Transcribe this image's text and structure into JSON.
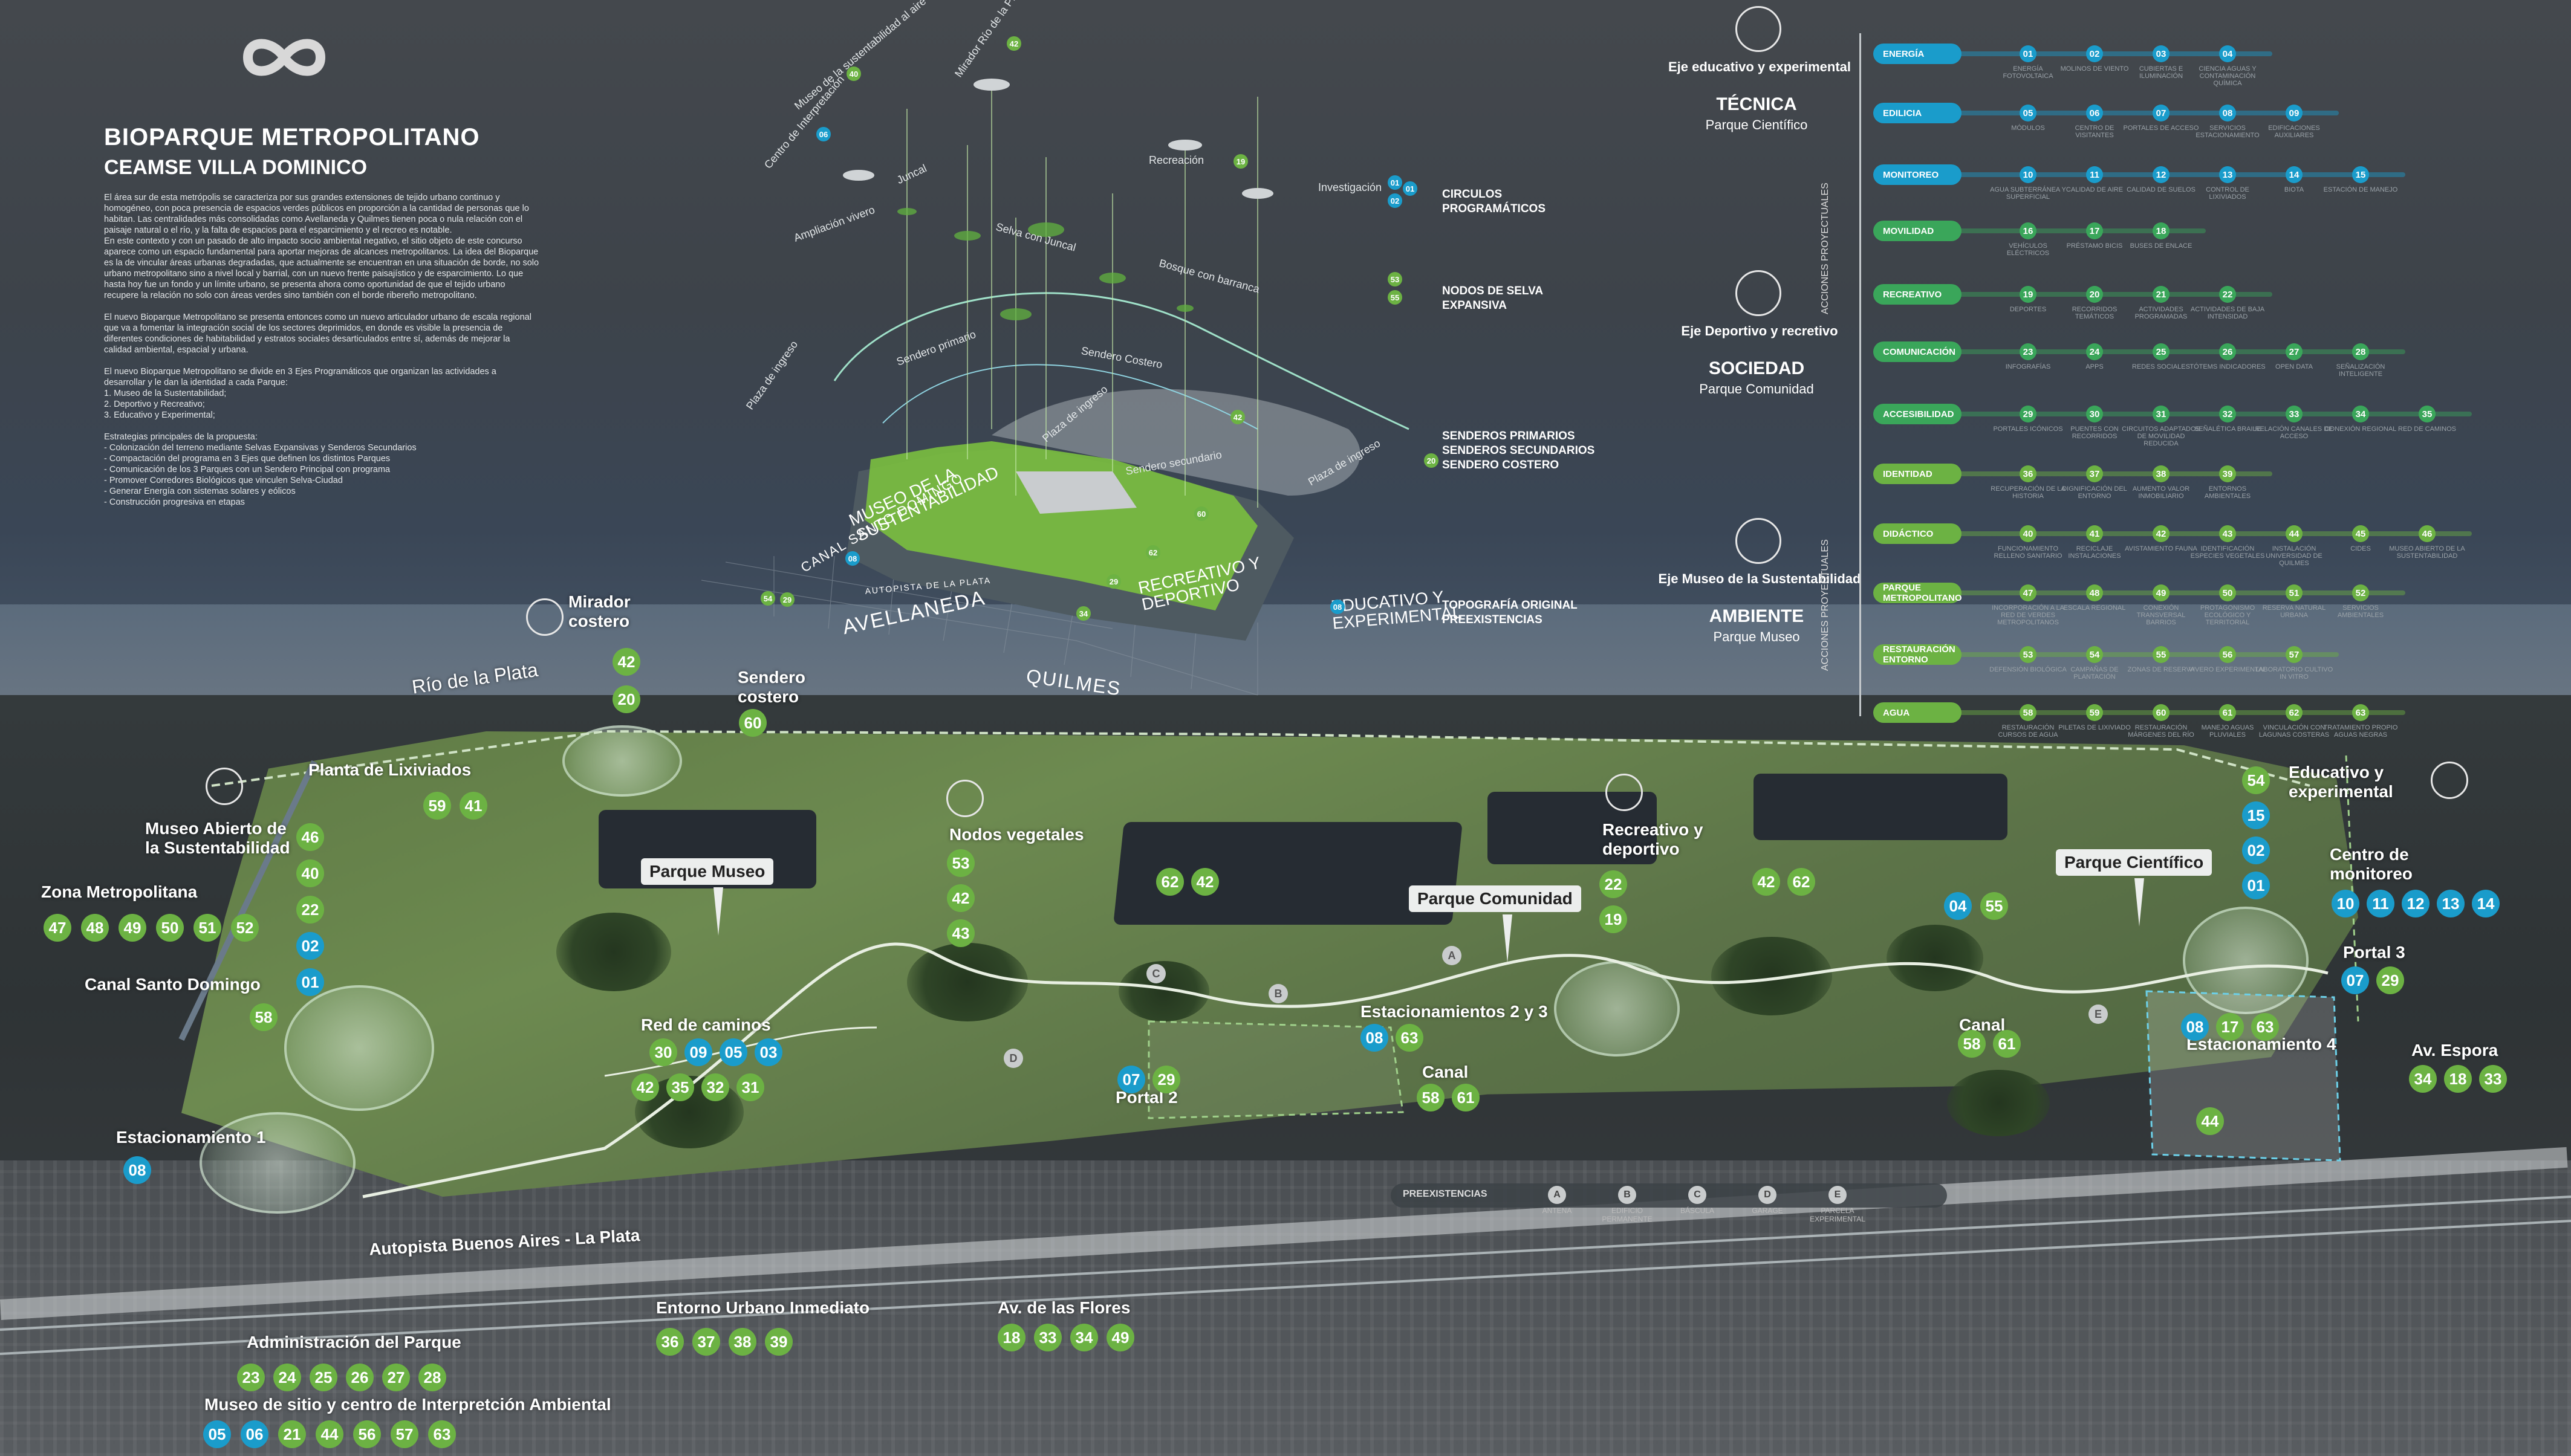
{
  "header": {
    "title": "BIOPARQUE METROPOLITANO",
    "subtitle": "CEAMSE VILLA DOMINICO",
    "body": "El área sur de esta metrópolis se caracteriza por sus grandes extensiones de tejido urbano continuo y homogéneo, con poca presencia de espacios verdes públicos en proporción a la cantidad de personas que lo habitan. Las centralidades más consolidadas como Avellaneda y Quilmes tienen poca o nula relación con el paisaje natural o el río, y la falta de espacios para el esparcimiento y el recreo es notable.\nEn este contexto y con un pasado de alto impacto socio ambiental negativo, el sitio objeto de este concurso aparece como un espacio fundamental para aportar mejoras de alcances metropolitanos. La idea del Bioparque es la de vincular áreas urbanas degradadas, que actualmente se encuentran en una situación de borde, no solo urbano metropolitano sino a nivel local y barrial, con un nuevo frente paisajístico y de esparcimiento. Lo que hasta hoy fue un fondo y un límite urbano, se presenta ahora como oportunidad de que el tejido urbano recupere la relación no solo con áreas verdes sino también con el borde ribereño metropolitano.\n\nEl nuevo Bioparque Metropolitano se presenta entonces como un nuevo articulador urbano de escala regional que va a fomentar la integración social de los sectores deprimidos, en donde es visible la presencia de diferentes condiciones de habitabilidad y estratos sociales desarticulados entre sí, además de mejorar la calidad ambiental, espacial y urbana.\n\nEl nuevo Bioparque Metropolitano se divide en 3 Ejes Programáticos que organizan las actividades a desarrollar y le dan la identidad a cada Parque:\n1. Museo de la Sustentabilidad;\n2. Deportivo y Recreativo;\n3. Educativo y Experimental;\n\nEstrategias principales de la propuesta:\n- Colonización del terreno mediante Selvas Expansivas y Senderos Secundarios\n- Compactación del programa en 3 Ejes que definen los distintos Parques\n- Comunicación de los 3 Parques con un Sendero Principal con programa\n- Promover Corredores Biológicos que vinculen Selva-Ciudad\n- Generar Energía con sistemas solares y eólicos\n- Construcción progresiva en etapas"
  },
  "diagram": {
    "program_labels": [
      {
        "text": "Museo de la sustentabilidad al aire libre",
        "num": "40"
      },
      {
        "text": "Mirador Río de la Plata",
        "num": "42"
      },
      {
        "text": "Centro de Interpretación",
        "num": "06"
      },
      {
        "text": "Juncal",
        "num": ""
      },
      {
        "text": "Recreación",
        "num": "19"
      },
      {
        "text": "Investigación",
        "num": "01"
      },
      {
        "text": "Ampliación vivero",
        "num": ""
      },
      {
        "text": "Selva con Juncal",
        "num": ""
      },
      {
        "text": "Bosque con barranca",
        "num": ""
      },
      {
        "text": "Sendero primario",
        "num": ""
      },
      {
        "text": "Sendero Costero",
        "num": ""
      },
      {
        "text": "Plaza de ingreso",
        "num": ""
      },
      {
        "text": "Plaza de ingreso",
        "num": ""
      },
      {
        "text": "Sendero secundario",
        "num": ""
      },
      {
        "text": "Plaza de ingreso",
        "num": ""
      }
    ],
    "legend": [
      {
        "text": "CIRCULOS PROGRAMÁTICOS",
        "nums": [
          "01",
          "02"
        ]
      },
      {
        "text": "NODOS DE SELVA EXPANSIVA",
        "nums": [
          "53",
          "55"
        ]
      },
      {
        "text": "SENDEROS PRIMARIOS SENDEROS SECUNDARIOS SENDERO COSTERO",
        "nums": [
          "20"
        ]
      },
      {
        "text": "TOPOGRAFÍA ORIGINAL PREEXISTENCIAS",
        "nums": []
      }
    ],
    "zones": [
      "MUSEO DE LA SUSTENTABILIDAD",
      "RECREATIVO Y DEPORTIVO",
      "EDUCATIVO Y EXPERIMENTAL"
    ],
    "places": [
      "CANAL SANTO DOMINGO",
      "AVELLANEDA",
      "QUILMES",
      "AUTOPISTA DE LA PLATA"
    ],
    "extra_nums": [
      "08",
      "54",
      "29",
      "62",
      "29",
      "08",
      "34",
      "60",
      "42"
    ]
  },
  "matrix": {
    "axes": [
      {
        "title": "Eje educativo y experimental",
        "group": "TÉCNICA",
        "sub": "Parque Científico"
      },
      {
        "title": "Eje Deportivo y recretivo",
        "group": "SOCIEDAD",
        "sub": "Parque Comunidad"
      },
      {
        "title": "Eje  Museo de la Sustentabilidad",
        "group": "AMBIENTE",
        "sub": "Parque Museo"
      }
    ],
    "vertical": [
      "ACCIONES PROYECTUALES",
      "ACCIONES PROYECTUALES"
    ],
    "rows": [
      {
        "name": "ENERGÍA",
        "color": "#1a9ccb",
        "items": [
          [
            "01",
            "ENERGÍA FOTOVOLTAICA"
          ],
          [
            "02",
            "MOLINOS DE VIENTO"
          ],
          [
            "03",
            "CUBIERTAS E ILUMINACIÓN"
          ],
          [
            "04",
            "CIENCIA AGUAS Y CONTAMINACIÓN QUÍMICA"
          ]
        ]
      },
      {
        "name": "EDILICIA",
        "color": "#1a9ccb",
        "items": [
          [
            "05",
            "MÓDULOS"
          ],
          [
            "06",
            "CENTRO DE VISITANTES"
          ],
          [
            "07",
            "PORTALES DE ACCESO"
          ],
          [
            "08",
            "SERVICIOS ESTACIONAMIENTO"
          ],
          [
            "09",
            "EDIFICACIONES AUXILIARES"
          ]
        ]
      },
      {
        "name": "MONITOREO",
        "color": "#1a9ccb",
        "items": [
          [
            "10",
            "AGUA SUBTERRÁNEA Y SUPERFICIAL"
          ],
          [
            "11",
            "CALIDAD DE AIRE"
          ],
          [
            "12",
            "CALIDAD DE SUELOS"
          ],
          [
            "13",
            "CONTROL DE LIXIVIADOS"
          ],
          [
            "14",
            "BIOTA"
          ],
          [
            "15",
            "ESTACIÓN DE MANEJO"
          ]
        ]
      },
      {
        "name": "MOVILIDAD",
        "color": "#3aa65a",
        "items": [
          [
            "16",
            "VEHÍCULOS ELÉCTRICOS"
          ],
          [
            "17",
            "PRÉSTAMO BICIS"
          ],
          [
            "18",
            "BUSES DE ENLACE"
          ]
        ]
      },
      {
        "name": "RECREATIVO",
        "color": "#3aa65a",
        "items": [
          [
            "19",
            "DEPORTES"
          ],
          [
            "20",
            "RECORRIDOS TEMÁTICOS"
          ],
          [
            "21",
            "ACTIVIDADES PROGRAMADAS"
          ],
          [
            "22",
            "ACTIVIDADES DE BAJA INTENSIDAD"
          ]
        ]
      },
      {
        "name": "COMUNICACIÓN",
        "color": "#3aa65a",
        "items": [
          [
            "23",
            "INFOGRAFÍAS"
          ],
          [
            "24",
            "APPS"
          ],
          [
            "25",
            "REDES SOCIALES"
          ],
          [
            "26",
            "TÓTEMS INDICADORES"
          ],
          [
            "27",
            "OPEN DATA"
          ],
          [
            "28",
            "SEÑALIZACIÓN INTELIGENTE"
          ]
        ]
      },
      {
        "name": "ACCESIBILIDAD",
        "color": "#3aa65a",
        "items": [
          [
            "29",
            "PORTALES ICÓNICOS"
          ],
          [
            "30",
            "PUENTES CON RECORRIDOS"
          ],
          [
            "31",
            "CIRCUITOS ADAPTADOS DE MOVILIDAD REDUCIDA"
          ],
          [
            "32",
            "SEÑALÉTICA BRAILE"
          ],
          [
            "33",
            "RELACIÓN CANALES DE ACCESO"
          ],
          [
            "34",
            "CONEXIÓN REGIONAL"
          ],
          [
            "35",
            "RED DE CAMINOS"
          ]
        ]
      },
      {
        "name": "IDENTIDAD",
        "color": "#6cb243",
        "items": [
          [
            "36",
            "RECUPERACIÓN DE LA HISTORIA"
          ],
          [
            "37",
            "DIGNIFICACIÓN DEL ENTORNO"
          ],
          [
            "38",
            "AUMENTO VALOR INMOBILIARIO"
          ],
          [
            "39",
            "ENTORNOS AMBIENTALES"
          ]
        ]
      },
      {
        "name": "DIDÁCTICO",
        "color": "#6cb243",
        "items": [
          [
            "40",
            "FUNCIONAMIENTO RELLENO SANITARIO"
          ],
          [
            "41",
            "RECICLAJE INSTALACIONES"
          ],
          [
            "42",
            "AVISTAMIENTO FAUNA"
          ],
          [
            "43",
            "IDENTIFICACIÓN ESPECIES VEGETALES"
          ],
          [
            "44",
            "INSTALACIÓN UNIVERSIDAD DE QUILMES"
          ],
          [
            "45",
            "CIDES"
          ],
          [
            "46",
            "MUSEO ABIERTO DE LA SUSTENTABILIDAD"
          ]
        ]
      },
      {
        "name": "PARQUE METROPOLITANO",
        "color": "#6cb243",
        "items": [
          [
            "47",
            "INCORPORACIÓN A LA RED DE VERDES METROPOLITANOS"
          ],
          [
            "48",
            "ESCALA REGIONAL"
          ],
          [
            "49",
            "CONEXIÓN TRANSVERSAL BARRIOS"
          ],
          [
            "50",
            "PROTAGONISMO ECOLÓGICO Y TERRITORIAL"
          ],
          [
            "51",
            "RESERVA NATURAL URBANA"
          ],
          [
            "52",
            "SERVICIOS AMBIENTALES"
          ]
        ]
      },
      {
        "name": "RESTAURACIÓN ENTORNO",
        "color": "#6cb243",
        "items": [
          [
            "53",
            "DEFENSIÓN BIOLÓGICA"
          ],
          [
            "54",
            "CAMPAÑAS DE PLANTACIÓN"
          ],
          [
            "55",
            "ZONAS DE RESERVA"
          ],
          [
            "56",
            "VIVERO EXPERIMENTAL"
          ],
          [
            "57",
            "LABORATORIO CULTIVO IN VITRO"
          ]
        ]
      },
      {
        "name": "AGUA",
        "color": "#6cb243",
        "items": [
          [
            "58",
            "RESTAURACIÓN CURSOS DE AGUA"
          ],
          [
            "59",
            "PILETAS DE LIXIVIADO"
          ],
          [
            "60",
            "RESTAURACIÓN MÁRGENES DEL RÍO"
          ],
          [
            "61",
            "MANEJO AGUAS PLUVIALES"
          ],
          [
            "62",
            "VINCULACIÓN CON LAGUNAS COSTERAS"
          ],
          [
            "63",
            "TRATAMIENTO PROPIO AGUAS NEGRAS"
          ]
        ]
      }
    ]
  },
  "map": {
    "labels": [
      {
        "text": "Río de la Plata"
      },
      {
        "text": "Mirador costero",
        "nums": [
          [
            "42",
            "g"
          ],
          [
            "20",
            "g"
          ]
        ]
      },
      {
        "text": "Sendero costero",
        "nums": [
          [
            "60",
            "g"
          ]
        ]
      },
      {
        "text": "Planta de Lixiviados",
        "nums": [
          [
            "59",
            "g"
          ],
          [
            "41",
            "g"
          ]
        ]
      },
      {
        "text": "Museo Abierto de la Sustentabilidad",
        "nums": [
          [
            "46",
            "g"
          ],
          [
            "40",
            "g"
          ],
          [
            "22",
            "g"
          ],
          [
            "02",
            "bl"
          ],
          [
            "01",
            "bl"
          ]
        ]
      },
      {
        "text": "Zona Metropolitana",
        "nums": [
          [
            "47",
            "g"
          ],
          [
            "48",
            "g"
          ],
          [
            "49",
            "g"
          ],
          [
            "50",
            "g"
          ],
          [
            "51",
            "g"
          ],
          [
            "52",
            "g"
          ]
        ]
      },
      {
        "text": "Canal Santo Domingo",
        "nums": [
          [
            "58",
            "g"
          ]
        ]
      },
      {
        "text": "Red de caminos",
        "nums": [
          [
            "30",
            "g"
          ],
          [
            "09",
            "bl"
          ],
          [
            "05",
            "bl"
          ],
          [
            "03",
            "bl"
          ],
          [
            "42",
            "g"
          ],
          [
            "35",
            "g"
          ],
          [
            "32",
            "g"
          ],
          [
            "31",
            "g"
          ]
        ]
      },
      {
        "text": "Estacionamiento 1",
        "nums": [
          [
            "08",
            "bl"
          ]
        ]
      },
      {
        "text": "Nodos vegetales",
        "nums": [
          [
            "53",
            "g"
          ],
          [
            "42",
            "g"
          ],
          [
            "43",
            "g"
          ]
        ]
      },
      {
        "text": "Portal 2",
        "nums": [
          [
            "07",
            "bl"
          ],
          [
            "29",
            "g"
          ]
        ]
      },
      {
        "text": "Canal",
        "nums": [
          [
            "58",
            "g"
          ],
          [
            "61",
            "g"
          ]
        ]
      },
      {
        "text": "Estacionamientos 2 y 3",
        "nums": [
          [
            "08",
            "bl"
          ],
          [
            "63",
            "g"
          ]
        ]
      },
      {
        "text": "Recreativo y deportivo",
        "nums": [
          [
            "22",
            "g"
          ],
          [
            "19",
            "g"
          ]
        ]
      },
      {
        "text": "Canal",
        "nums": [
          [
            "58",
            "g"
          ],
          [
            "61",
            "g"
          ]
        ]
      },
      {
        "text": "Estacionamiento 4",
        "nums": [
          [
            "08",
            "bl"
          ],
          [
            "17",
            "g"
          ],
          [
            "63",
            "g"
          ]
        ]
      },
      {
        "text": "Educativo y experimental",
        "nums": [
          [
            "54",
            "g"
          ],
          [
            "15",
            "bl"
          ],
          [
            "02",
            "bl"
          ],
          [
            "01",
            "bl"
          ]
        ]
      },
      {
        "text": "Centro de monitoreo",
        "nums": [
          [
            "10",
            "bl"
          ],
          [
            "11",
            "bl"
          ],
          [
            "12",
            "bl"
          ],
          [
            "13",
            "bl"
          ],
          [
            "14",
            "bl"
          ]
        ]
      },
      {
        "text": "Portal 3",
        "nums": [
          [
            "07",
            "bl"
          ],
          [
            "29",
            "g"
          ]
        ]
      },
      {
        "text": "Av. Espora",
        "nums": [
          [
            "34",
            "g"
          ],
          [
            "18",
            "g"
          ],
          [
            "33",
            "g"
          ]
        ]
      },
      {
        "text": "Autopista Buenos Aires - La Plata"
      },
      {
        "text": "Entorno Urbano Inmediato",
        "nums": [
          [
            "36",
            "g"
          ],
          [
            "37",
            "g"
          ],
          [
            "38",
            "g"
          ],
          [
            "39",
            "g"
          ]
        ]
      },
      {
        "text": "Av. de las Flores",
        "nums": [
          [
            "18",
            "g"
          ],
          [
            "33",
            "g"
          ],
          [
            "34",
            "g"
          ],
          [
            "49",
            "g"
          ]
        ]
      },
      {
        "text": "Administración del Parque",
        "nums": [
          [
            "23",
            "g"
          ],
          [
            "24",
            "g"
          ],
          [
            "25",
            "g"
          ],
          [
            "26",
            "g"
          ],
          [
            "27",
            "g"
          ],
          [
            "28",
            "g"
          ]
        ]
      },
      {
        "text": "Museo de sitio y centro de Interpretción Ambiental",
        "nums": [
          [
            "05",
            "bl"
          ],
          [
            "06",
            "bl"
          ],
          [
            "21",
            "g"
          ],
          [
            "44",
            "g"
          ],
          [
            "56",
            "g"
          ],
          [
            "57",
            "g"
          ],
          [
            "63",
            "g"
          ]
        ]
      }
    ],
    "tags": [
      "Parque Museo",
      "Parque Comunidad",
      "Parque Científico"
    ],
    "loose_nums": [
      [
        "62",
        "g"
      ],
      [
        "42",
        "g"
      ],
      [
        "42",
        "g"
      ],
      [
        "62",
        "g"
      ],
      [
        "04",
        "bl"
      ],
      [
        "55",
        "g"
      ],
      [
        "44",
        "g"
      ]
    ],
    "pins": [
      "A",
      "B",
      "C",
      "D",
      "E"
    ],
    "preexistencias": {
      "label": "PREEXISTENCIAS",
      "items": [
        [
          "A",
          "ANTENA"
        ],
        [
          "B",
          "EDIFICIO PERMANENTE"
        ],
        [
          "C",
          "BÁSCULA"
        ],
        [
          "D",
          "GARAGE"
        ],
        [
          "E",
          "PARCELA EXPERIMENTAL"
        ]
      ]
    }
  },
  "colors": {
    "green": "#6cb243",
    "blue": "#1a9ccb"
  }
}
